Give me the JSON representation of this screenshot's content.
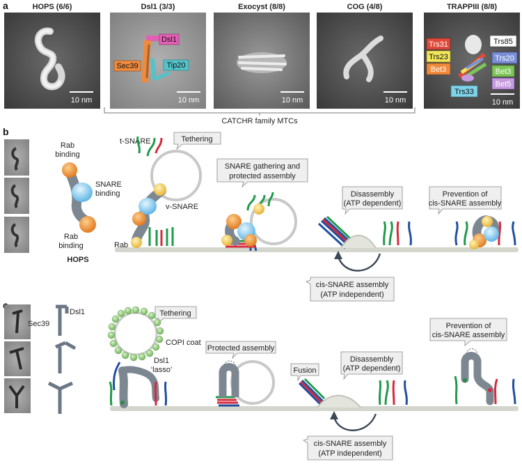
{
  "panel_a": {
    "letter": "a",
    "images": [
      {
        "title": "HOPS (6/6)",
        "scale": "10 nm"
      },
      {
        "title": "Dsl1 (3/3)",
        "scale": "10 nm",
        "labels": [
          "Dsl1",
          "Sec39",
          "Tip20"
        ]
      },
      {
        "title": "Exocyst (8/8)",
        "scale": "10 nm"
      },
      {
        "title": "COG (4/8)",
        "scale": "10 nm"
      },
      {
        "title": "TRAPPIII (8/8)",
        "scale": "10 nm",
        "labels": [
          "Trs85",
          "Trs31",
          "Trs20",
          "Trs23",
          "Bet3",
          "Bet3",
          "Bet5",
          "Trs33"
        ]
      }
    ],
    "bracket_label": "CATCHR family MTCs",
    "colors": {
      "Dsl1": "#e25fb4",
      "Sec39": "#f08a3c",
      "Tip20": "#53c2c9",
      "Trs85": "#ffffff",
      "Trs31": "#e04a3a",
      "Trs20": "#7b8fd6",
      "Trs23": "#f2e65a",
      "Bet3_left": "#f08a3c",
      "Bet3_right": "#7fc55a",
      "Bet5": "#c79be0",
      "Trs33": "#7fd3e8"
    }
  },
  "panel_b": {
    "letter": "b",
    "hops_labels": {
      "rab_top": "Rab\nbinding",
      "snare": "SNARE\nbinding",
      "rab_bottom": "Rab\nbinding",
      "name": "HOPS"
    },
    "labels": {
      "t_snare": "t-SNARE",
      "v_snare": "v-SNARE",
      "rab": "Rab"
    },
    "callouts": {
      "tethering": "Tethering",
      "gathering": "SNARE gathering and\nprotected assembly",
      "disassembly": "Disassembly\n(ATP dependent)",
      "prevention": "Prevention of\ncis-SNARE assembly",
      "cis_assembly": "cis-SNARE assembly\n(ATP independent)"
    }
  },
  "panel_c": {
    "letter": "c",
    "dsl1_labels": {
      "dsl1": "Dsl1",
      "sec39": "Sec39"
    },
    "labels": {
      "copi": "COPI coat",
      "lasso": "Dsl1\n‘lasso’"
    },
    "callouts": {
      "tethering": "Tethering",
      "protected": "Protected assembly",
      "fusion": "Fusion",
      "disassembly": "Disassembly\n(ATP dependent)",
      "prevention": "Prevention of\ncis-SNARE assembly",
      "cis_assembly": "cis-SNARE assembly\n(ATP independent)"
    }
  }
}
